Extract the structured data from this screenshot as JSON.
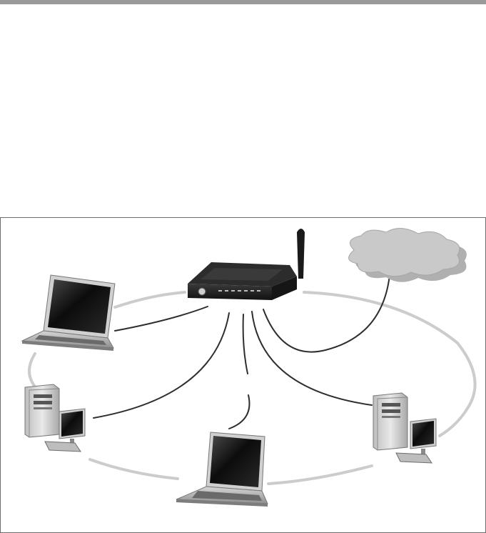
{
  "diagram": {
    "nodes": [
      {
        "id": "router",
        "icon": "wireless-router-icon"
      },
      {
        "id": "internet",
        "icon": "cloud-icon"
      },
      {
        "id": "laptop-left",
        "icon": "laptop-icon"
      },
      {
        "id": "desktop-left",
        "icon": "desktop-computer-icon"
      },
      {
        "id": "laptop-bottom",
        "icon": "laptop-icon"
      },
      {
        "id": "desktop-right",
        "icon": "desktop-computer-icon"
      }
    ],
    "links": [
      {
        "from": "router",
        "to": "internet",
        "type": "cable"
      },
      {
        "from": "router",
        "to": "laptop-left",
        "type": "cable"
      },
      {
        "from": "router",
        "to": "desktop-left",
        "type": "cable"
      },
      {
        "from": "router",
        "to": "laptop-bottom",
        "type": "cable"
      },
      {
        "from": "router",
        "to": "desktop-right",
        "type": "cable"
      }
    ],
    "colors": {
      "cable": "#2e2e2e",
      "wireless_ring": "#cccccc",
      "cloud_fill": "#c9c9c9",
      "router_body": "#1e1e1e",
      "frame_border": "#6d6d6d",
      "top_bar": "#9a9a9a"
    }
  }
}
